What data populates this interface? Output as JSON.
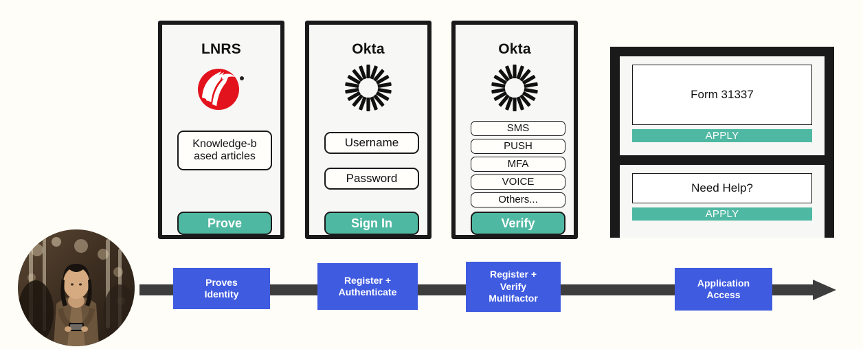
{
  "page": {
    "background_color": "#fffdf7",
    "accent_blue": "#3f5be0",
    "accent_teal": "#4fb8a2",
    "brand_red": "#e3131d",
    "frame_black": "#1a1a1a"
  },
  "avatar": {
    "name": "person-with-phone-photo",
    "alt": "Woman looking at mobile phone"
  },
  "cards": [
    {
      "id": "lnrs",
      "title": "LNRS",
      "logo": "lexisnexis-logo",
      "field": "Knowledge-based articles",
      "field_line_1": "Knowledge-b",
      "field_line_2": "ased articles",
      "cta": "Prove"
    },
    {
      "id": "okta-signin",
      "title": "Okta",
      "logo": "okta-burst-logo",
      "fields": [
        "Username",
        "Password"
      ],
      "cta": "Sign In"
    },
    {
      "id": "okta-mfa",
      "title": "Okta",
      "logo": "okta-burst-logo",
      "options": [
        "SMS",
        "PUSH",
        "MFA",
        "VOICE",
        "Others..."
      ],
      "cta": "Verify"
    }
  ],
  "app_frame": {
    "panels": [
      {
        "title": "Form 31337",
        "button": "APPLY"
      },
      {
        "title": "Need Help?",
        "button": "APPLY"
      }
    ]
  },
  "flow": {
    "steps": [
      {
        "label": "Proves Identity",
        "line_1": "Proves",
        "line_2": "Identity"
      },
      {
        "label": "Register + Authenticate",
        "line_1": "Register +",
        "line_2": "Authenticate"
      },
      {
        "label": "Register + Verify Multifactor",
        "line_1": "Register +",
        "line_2": "Verify",
        "line_3": "Multifactor"
      },
      {
        "label": "Application Access",
        "line_1": "Application",
        "line_2": "Access"
      }
    ],
    "arrow_direction": "right",
    "arrow_color": "#3d3d3d"
  }
}
